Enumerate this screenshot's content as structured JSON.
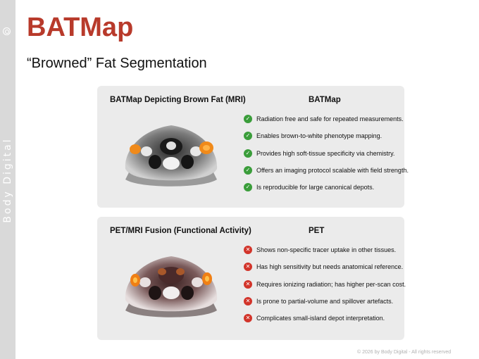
{
  "brand": "Body Digital",
  "title": "BATMap",
  "subtitle": "“Browned” Fat Segmentation",
  "panels": [
    {
      "image_heading": "BATMap Depicting Brown Fat (MRI)",
      "list_heading": "BATMap",
      "icon": "check-icon",
      "items": [
        "Radiation free and safe for repeated measurements.",
        "Enables brown-to-white phenotype mapping.",
        "Provides high soft-tissue specificity via chemistry.",
        "Offers an imaging protocol scalable with field strength.",
        "Is reproducible for large canonical depots."
      ]
    },
    {
      "image_heading": "PET/MRI Fusion (Functional Activity)",
      "list_heading": "PET",
      "icon": "cross-icon",
      "items": [
        "Shows non-specific tracer uptake in other tissues.",
        "Has high sensitivity but needs anatomical reference.",
        "Requires ionizing radiation; has higher per-scan cost.",
        "Is prone to partial-volume and spillover artefacts.",
        "Complicates small-island depot interpretation."
      ]
    }
  ],
  "footer": "© 2026 by Body Digital - All rights reserved",
  "colors": {
    "title": "#b83a2b",
    "check": "#3a9d3a",
    "cross": "#d2342a",
    "sidebar": "#d9d9d9"
  }
}
